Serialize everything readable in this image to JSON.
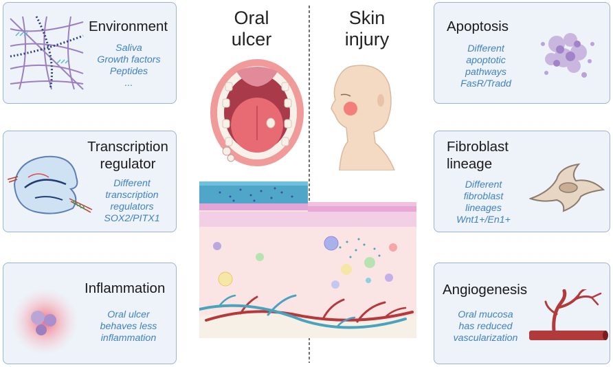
{
  "headers": {
    "oral": [
      "Oral",
      "ulcer"
    ],
    "skin": [
      "Skin",
      "injury"
    ]
  },
  "cards": {
    "environment": {
      "title": [
        "Environment"
      ],
      "details": [
        "Saliva",
        "Growth factors",
        "Peptides",
        "..."
      ]
    },
    "transcription": {
      "title": [
        "Transcription",
        "regulator"
      ],
      "details": [
        "Different",
        "transcription",
        "regulators",
        "SOX2/PITX1"
      ]
    },
    "inflammation": {
      "title": [
        "Inflammation"
      ],
      "details": [
        "Oral ulcer",
        "behaves less",
        "inflammation"
      ]
    },
    "apoptosis": {
      "title": [
        "Apoptosis"
      ],
      "details": [
        "Different",
        "apoptotic",
        "pathways",
        "FasR/Tradd"
      ]
    },
    "fibroblast": {
      "title": [
        "Fibroblast",
        "lineage"
      ],
      "details": [
        "Different",
        "fibroblast",
        "lineages",
        "Wnt1+/En1+"
      ]
    },
    "angiogenesis": {
      "title": [
        "Angiogenesis"
      ],
      "details": [
        "Oral mucosa",
        "has reduced",
        "vascularization"
      ]
    }
  },
  "colors": {
    "card_border": "#9db3d2",
    "card_fill": "#eef2f9",
    "detail_text": "#3f82c4",
    "title_text": "#1a1a1a",
    "mucosa_top": "#4fa6c9",
    "skin_dermis": "#fbe4e4",
    "vessel_red": "#b5383a",
    "vessel_blue": "#4aa3bd"
  },
  "icons": {
    "environment": "fiber-mesh-icon",
    "transcription": "transcription-complex-icon",
    "inflammation": "inflamed-cells-icon",
    "apoptosis": "apoptotic-cell-cluster-icon",
    "fibroblast": "fibroblast-cell-icon",
    "angiogenesis": "blood-vessel-icon"
  }
}
